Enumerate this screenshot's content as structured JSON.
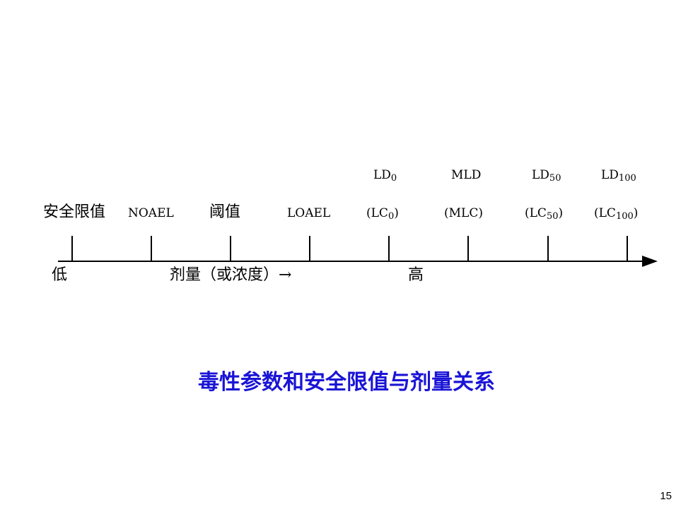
{
  "diagram": {
    "top_row": {
      "ld0": {
        "base": "LD",
        "sub": "0"
      },
      "mld": {
        "base": "MLD"
      },
      "ld50": {
        "base": "LD",
        "sub": "50"
      },
      "ld100": {
        "base": "LD",
        "sub": "100"
      }
    },
    "label_row": {
      "safety_limit": "安全限值",
      "noael": "NOAEL",
      "threshold": "阈值",
      "loael": "LOAEL",
      "lc0": {
        "open": "(LC",
        "sub": "0",
        "close": ")"
      },
      "mlc": "(MLC)",
      "lc50": {
        "open": "(LC",
        "sub": "50",
        "close": ")"
      },
      "lc100": {
        "open": "(LC",
        "sub": "100",
        "close": ")"
      }
    },
    "axis": {
      "low": "低",
      "dose": "剂量（或浓度）→",
      "high": "高"
    }
  },
  "caption": "毒性参数和安全限值与剂量关系",
  "page_number": "15",
  "colors": {
    "caption": "#1a14d6",
    "line": "#000000"
  }
}
